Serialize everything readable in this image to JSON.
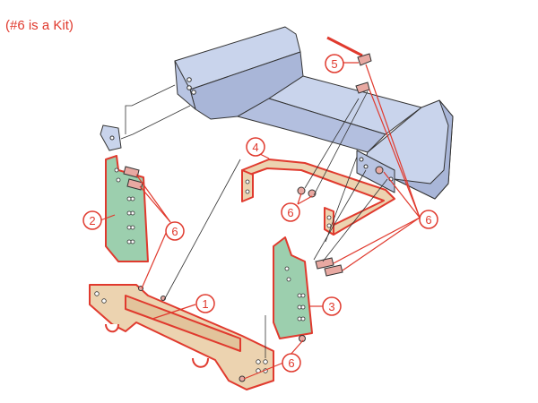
{
  "note": "(#6 is a Kit)",
  "colors": {
    "frame": "#c9d4ec",
    "frame_dark": "#a9b6d8",
    "bracket_green": "#9ccfae",
    "part_tan": "#ecd3b0",
    "callout_red": "#e03a2e",
    "outline": "#333333"
  },
  "callouts": {
    "c1": "1",
    "c2": "2",
    "c3": "3",
    "c4": "4",
    "c5": "5",
    "c6a": "6",
    "c6b": "6",
    "c6c": "6",
    "c6d": "6"
  }
}
